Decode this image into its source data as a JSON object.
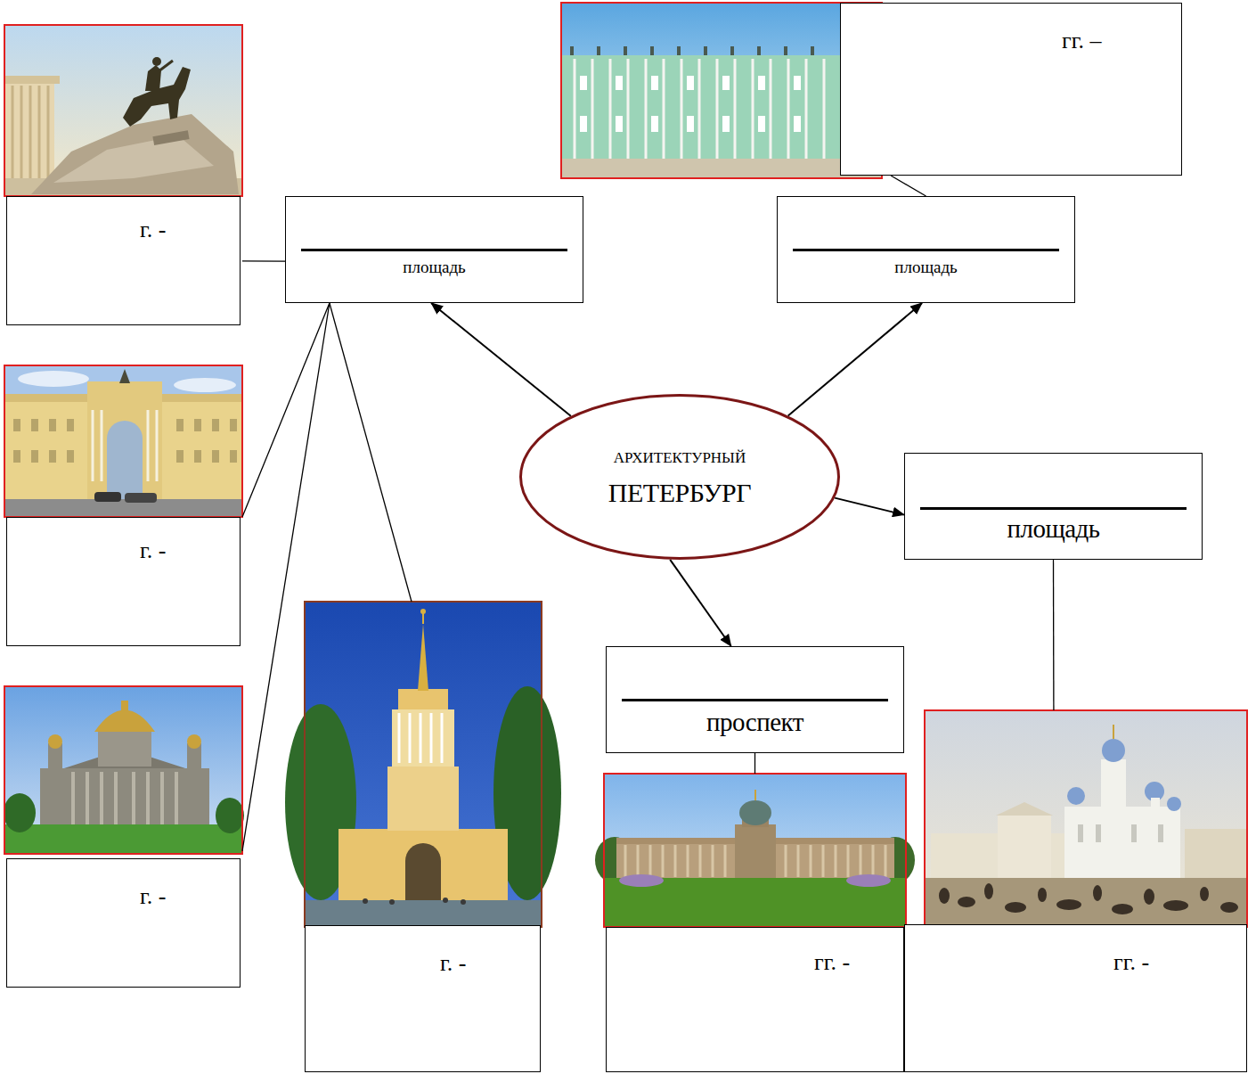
{
  "diagram": {
    "nodes": [
      {
        "text": [
          "АРХИТЕКТУРНЫЙ",
          "ПЕТЕРБУРГ"
        ]
      },
      {
        "text": [
          "площадь"
        ]
      },
      {
        "text": [
          "площадь"
        ]
      },
      {
        "text": [
          "площадь"
        ]
      },
      {
        "text": [
          "проспект"
        ]
      },
      {
        "text": [
          "г. -"
        ]
      },
      {
        "text": [
          "г. -"
        ]
      },
      {
        "text": [
          "г. -"
        ]
      },
      {
        "text": [
          "г. -"
        ]
      },
      {
        "text": [
          "гг. –"
        ]
      },
      {
        "text": [
          "гг. -"
        ]
      },
      {
        "text": [
          "гг. -"
        ]
      }
    ],
    "edges": [
      {
        "from": 0,
        "to": 1,
        "arrow": "to"
      },
      {
        "from": 0,
        "to": 2,
        "arrow": "to"
      },
      {
        "from": 0,
        "to": 3,
        "arrow": "to"
      },
      {
        "from": 0,
        "to": 4,
        "arrow": "to"
      },
      {
        "from": 1,
        "to": 5,
        "arrow": "none"
      },
      {
        "from": 1,
        "to": 6,
        "arrow": "none"
      },
      {
        "from": 1,
        "to": 7,
        "arrow": "none"
      },
      {
        "from": 1,
        "to": 8,
        "arrow": "none"
      },
      {
        "from": 2,
        "to": 9,
        "arrow": "none"
      },
      {
        "from": 4,
        "to": 10,
        "arrow": "none"
      },
      {
        "from": 3,
        "to": 11,
        "arrow": "none"
      }
    ]
  }
}
